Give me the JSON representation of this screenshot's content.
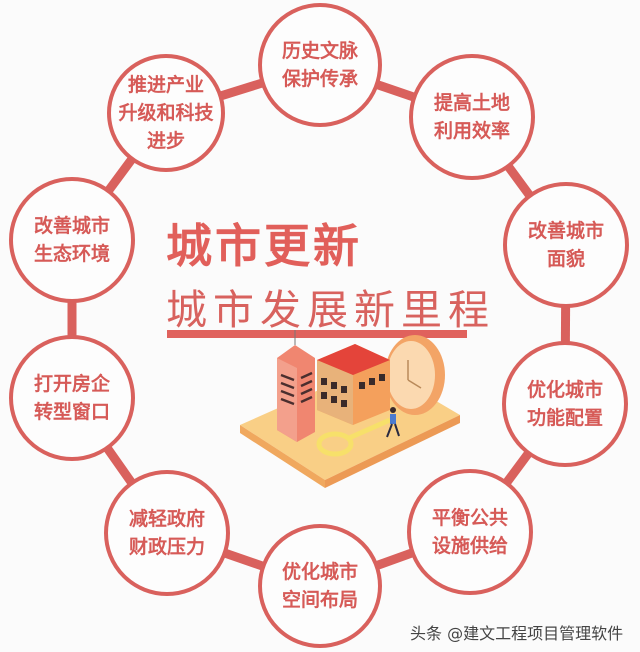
{
  "title": {
    "main": "城市更新",
    "sub": "城市发展新里程"
  },
  "colors": {
    "accent": "#d9615d",
    "title": "#e15f5a",
    "background": "#fbfbfb"
  },
  "nodes": [
    {
      "id": "top",
      "line1": "历史文脉",
      "line2": "保护传承",
      "line3": ""
    },
    {
      "id": "top-right",
      "line1": "提高土地",
      "line2": "利用效率",
      "line3": ""
    },
    {
      "id": "right-upper",
      "line1": "改善城市",
      "line2": "面貌",
      "line3": ""
    },
    {
      "id": "right-lower",
      "line1": "优化城市",
      "line2": "功能配置",
      "line3": ""
    },
    {
      "id": "bottom-right",
      "line1": "平衡公共",
      "line2": "设施供给",
      "line3": ""
    },
    {
      "id": "bottom",
      "line1": "优化城市",
      "line2": "空间布局",
      "line3": ""
    },
    {
      "id": "bottom-left",
      "line1": "减轻政府",
      "line2": "财政压力",
      "line3": ""
    },
    {
      "id": "left-lower",
      "line1": "打开房企",
      "line2": "转型窗口",
      "line3": ""
    },
    {
      "id": "left-upper",
      "line1": "改善城市",
      "line2": "生态环境",
      "line3": ""
    },
    {
      "id": "top-left",
      "line1": "推进产业",
      "line2": "升级和科技",
      "line3": "进步"
    }
  ],
  "illustration": {
    "icon": "city-renewal-illustration"
  },
  "watermark": "头条 @建文工程项目管理软件"
}
